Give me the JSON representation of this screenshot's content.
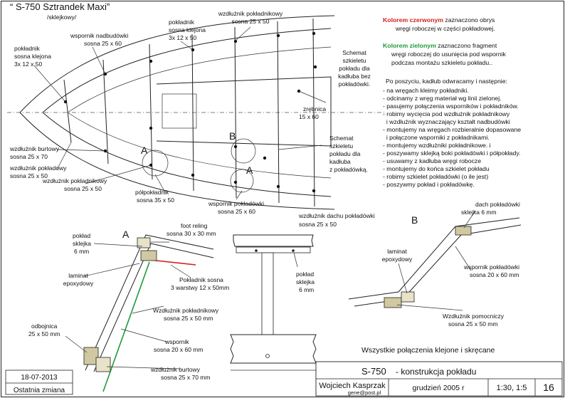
{
  "title_block_top": {
    "title": "“ S-750 Sztrandek Maxi”",
    "subtitle": "/sklejkowy/"
  },
  "notes": {
    "red_label": "Kolorem czerwonym",
    "red_rest": " zaznaczono obrys",
    "red_line2": "wręgi roboczej w części pokładowej.",
    "green_label": "Kolorem zielonym",
    "green_rest": " zaznaczono fragment",
    "green_line2": "wręgi roboczej do usunięcia pod wspornik",
    "green_line3": "podczas montażu szkieletu pokładu..",
    "colors": {
      "red": "#d2201f",
      "green": "#1f9a3a"
    },
    "steps_intro": "Po poszyciu, kadłub odwracamy i następnie:",
    "steps": [
      "- na wręgach kleimy pokładniki.",
      "- odcinamy z wręg materiał wg linii zielonej.",
      "- pasujemy połączenia wsporników i pokładników.",
      "- robimy wycięcia pod wzdłużnik pokładnikowy",
      "  i wzdłużnik wyznaczający kształt nadbudówki",
      "- montujemy na wręgach rozbieralnie dopasowane",
      "  i połączone wsporniki z pokładnikami.",
      "- montujemy wzdłużniki pokładnikowe. i",
      "- poszywamy sklejką boki pokładówki i półpokłady.",
      "- usuwamy z kadłuba wręgi robocze",
      "- montujemy do końca szkielet pokładu",
      "- robimy szkielet pokładówki (o ile jest)",
      "- poszywmy pokład i pokładówkę."
    ]
  },
  "plan_labels": {
    "wzdluznik_pokladnikowy_top": [
      "wzdłużnik pokładnikowy",
      "sosna 25 x 50"
    ],
    "poklad_sosna_top": [
      "pokładnik",
      "sosna klejona",
      "3x  12 x 50"
    ],
    "wspornik_nadbudowki": [
      "wspornik nadbudówki",
      "sosna 25 x 60"
    ],
    "poklad_left": [
      "pokładnik",
      "sosna klejona",
      "3x  12 x 50"
    ],
    "schemat_top": [
      "Schemat",
      "szkieletu",
      "pokładu dla",
      "kadłuba bez",
      "pokładówki."
    ],
    "zrebnica": [
      "zrębnica",
      "15 x 60"
    ],
    "schemat_bottom": [
      "Schemat",
      "szkieletu",
      "pokładu dla",
      "kadłuba",
      "z pokładówką."
    ],
    "wzdluznik_burtowy": [
      "wzdłużnik burtowy",
      "sosna 25 x 70"
    ],
    "wzdluznik_pokladowy": [
      "wzdłużnik pokładowy",
      "sosna 25 x 50"
    ],
    "wzdluznik_pokladnikowy_mid": [
      "wzdłużnik pokładnikowy",
      "sosna 25 x 50"
    ],
    "polpokladnik": [
      "półpokładnik",
      "sosna 35 x 50"
    ],
    "wspornik_pokladowki": [
      "wspornik pokładówki",
      "sosna 25 x 60"
    ],
    "wzdluznik_dachu": [
      "wzdłużnik dachu pokładówki",
      "sosna 25 x 50"
    ],
    "marker_a": "A",
    "marker_b": "B"
  },
  "detail_a": {
    "marker": "A",
    "foot_reling": [
      "foot reling",
      "sosna 30 x 30 mm"
    ],
    "poklad_sklejka": [
      "pokład",
      "sklejka",
      "6 mm"
    ],
    "laminat": [
      "laminat",
      "epoxydowy"
    ],
    "pokladnik_sosna": [
      "Pokładnik sosna",
      "3 warstwy 12 x 50mm"
    ],
    "wzdluznik_pokladnikowy": [
      "Wzdłużnik pokładnikowy",
      "sosna 25 x 50 mm"
    ],
    "wspornik": [
      "wspornik",
      "sosna 20 x 60 mm"
    ],
    "odbojnica": [
      "odbojnica",
      "25 x 50 mm"
    ],
    "wzdluznik_burtowy": [
      "wzdłużnik burtowy",
      "sosna 25 x 70 mm"
    ]
  },
  "detail_mid": {
    "poklad_sklejka": [
      "pokład",
      "sklejka",
      "6 mm"
    ]
  },
  "detail_b": {
    "marker": "B",
    "dach_pokladowki": [
      "dach pokładówki",
      "sklejka 6 mm"
    ],
    "laminat": [
      "laminat",
      "epoxydowy"
    ],
    "wspornik_pokladowki": [
      "wspornik pokładówki",
      "sosna 20 x 60 mm"
    ],
    "wzdluznik_pomocniczy": [
      "Wzdłużnik pomocniczy",
      "sosna 25 x 50 mm"
    ]
  },
  "footer_note": "Wszystkie połączenia klejone i skręcane",
  "stamp": {
    "date": "18-07-2013",
    "change": "Ostatnia zmiana",
    "model": "S-750",
    "drawing_title": "- konstrukcja pokładu",
    "author": "Wojciech Kasprzak",
    "email": "gene@post.pl",
    "date_label": "grudzień  2005 r",
    "scale": "1:30, 1:5",
    "sheet": "16"
  }
}
